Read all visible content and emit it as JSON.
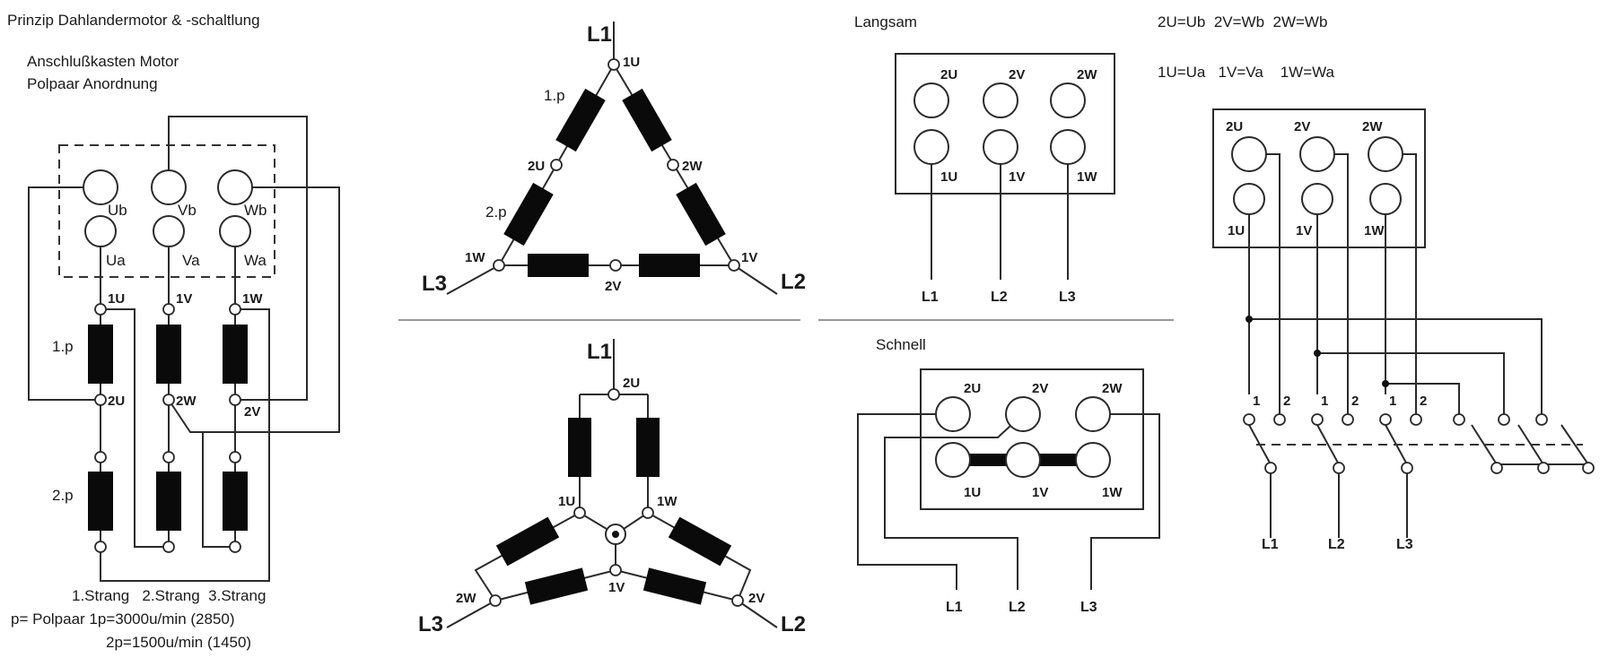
{
  "title": "Prinzip Dahlandermotor & -schaltlung",
  "left_panel": {
    "heading_1": "Anschlußkasten Motor",
    "heading_2": "Polpaar Anordnung",
    "box_labels": [
      "Ub",
      "Vb",
      "Wb",
      "Ua",
      "Va",
      "Wa"
    ],
    "terminals": [
      "1U",
      "1V",
      "1W",
      "2U",
      "2W",
      "2V"
    ],
    "pole_labels": [
      "1.p",
      "2.p"
    ],
    "strands": "1.Strang   2.Strang  3.Strang",
    "legend_1": "p= Polpaar 1p=3000u/min (2850)",
    "legend_2": "2p=1500u/min (1450)"
  },
  "delta": {
    "lines": [
      "L1",
      "L2",
      "L3"
    ],
    "nodes": [
      "1U",
      "1V",
      "1W",
      "2U",
      "2W",
      "2V"
    ],
    "pole_labels": [
      "1.p",
      "2.p"
    ]
  },
  "star": {
    "lines": [
      "L1",
      "L2",
      "L3"
    ],
    "nodes": [
      "2U",
      "1U",
      "1W",
      "1V",
      "2W",
      "2V"
    ]
  },
  "langsam": {
    "label": "Langsam",
    "top": [
      "2U",
      "2V",
      "2W"
    ],
    "bottom": [
      "1U",
      "1V",
      "1W"
    ],
    "lines": [
      "L1",
      "L2",
      "L3"
    ]
  },
  "schnell": {
    "label": "Schnell",
    "top": [
      "2U",
      "2V",
      "2W"
    ],
    "bottom": [
      "1U",
      "1V",
      "1W"
    ],
    "lines": [
      "L1",
      "L2",
      "L3"
    ]
  },
  "right_panel": {
    "equation_1": "2U=Ub  2V=Wb  2W=Wb",
    "equation_2": "1U=Ua   1V=Va    1W=Wa",
    "top": [
      "2U",
      "2V",
      "2W"
    ],
    "bottom": [
      "1U",
      "1V",
      "1W"
    ],
    "switch_labels": [
      "1",
      "2",
      "1",
      "2",
      "1",
      "2"
    ],
    "lines": [
      "L1",
      "L2",
      "L3"
    ]
  }
}
